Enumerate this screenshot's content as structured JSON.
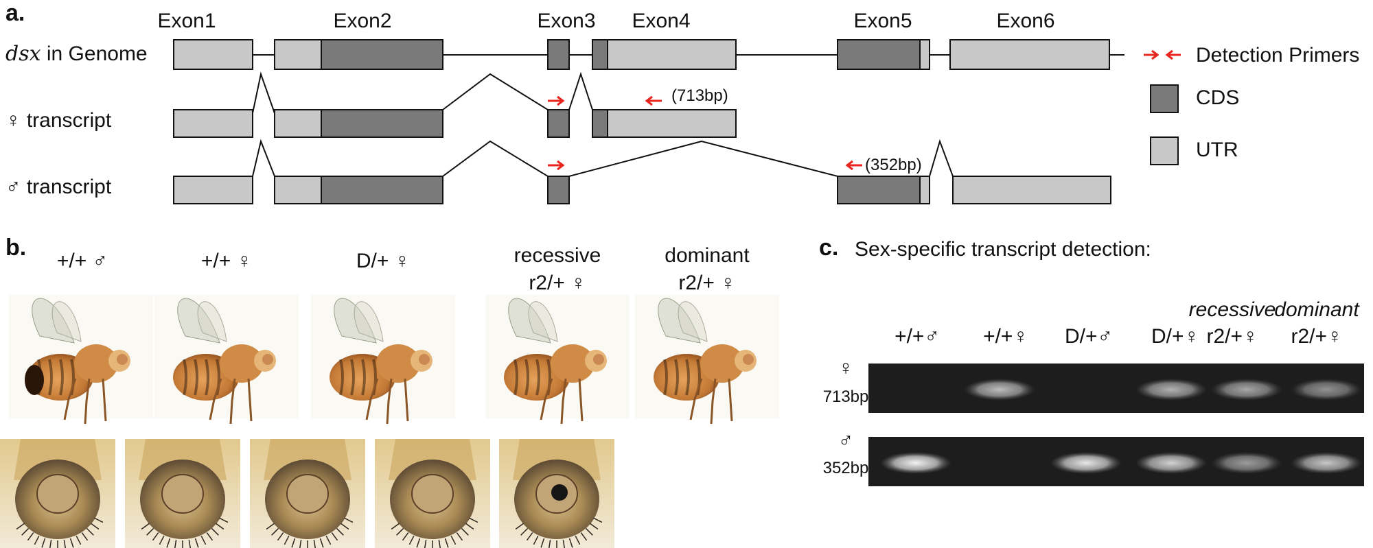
{
  "panel_a": {
    "label": "a.",
    "genome_label_italic": "dsx",
    "genome_label_rest": " in Genome",
    "female_row_label": "♀ transcript",
    "male_row_label": "♂ transcript",
    "exons": [
      "Exon1",
      "Exon2",
      "Exon3",
      "Exon4",
      "Exon5",
      "Exon6"
    ],
    "female_product": "(713bp)",
    "male_product": "(352bp)",
    "legend": {
      "primers": "Detection Primers",
      "cds": "CDS",
      "utr": "UTR"
    },
    "colors": {
      "cds": "#7a7a7a",
      "utr": "#c8c8c8",
      "primer": "#e8261e"
    }
  },
  "panel_b": {
    "label": "b.",
    "columns": [
      {
        "line1": "+/+ ♂",
        "line2": ""
      },
      {
        "line1": "+/+ ♀",
        "line2": ""
      },
      {
        "line1": "D/+ ♀",
        "line2": ""
      },
      {
        "line1": "recessive",
        "line2": "r2/+ ♀"
      },
      {
        "line1": "dominant",
        "line2": "r2/+ ♀"
      }
    ]
  },
  "panel_c": {
    "label": "c.",
    "title": "Sex-specific transcript detection:",
    "lanes": [
      {
        "top": "",
        "bottom": "+/+♂",
        "italic_top": false
      },
      {
        "top": "",
        "bottom": "+/+♀",
        "italic_top": false
      },
      {
        "top": "",
        "bottom": "D/+♂",
        "italic_top": false
      },
      {
        "top": "",
        "bottom": "D/+♀",
        "italic_top": false
      },
      {
        "top": "recessive",
        "bottom": "r2/+♀",
        "italic_top": true
      },
      {
        "top": "dominant",
        "bottom": "r2/+♀",
        "italic_top": true
      }
    ],
    "rows": [
      {
        "symbol": "♀",
        "size": "713bp",
        "bands": [
          0.0,
          0.75,
          0.0,
          0.7,
          0.65,
          0.55
        ]
      },
      {
        "symbol": "♂",
        "size": "352bp",
        "bands": [
          1.0,
          0.0,
          0.95,
          0.85,
          0.6,
          0.8
        ]
      }
    ]
  }
}
